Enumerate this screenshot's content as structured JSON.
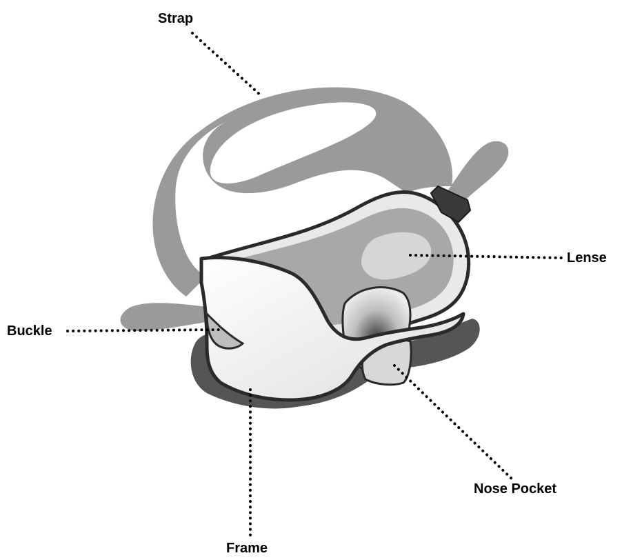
{
  "diagram": {
    "labels": {
      "strap": "Strap",
      "lense": "Lense",
      "buckle": "Buckle",
      "nose_pocket": "Nose Pocket",
      "frame": "Frame"
    },
    "colors": {
      "strap": "#9a9a9a",
      "outline": "#2a2a2a",
      "frame_fill": "#f4f4f4",
      "shadow": "#555555",
      "lens_inner": "#a8a8a8",
      "leader": "#000000"
    }
  }
}
